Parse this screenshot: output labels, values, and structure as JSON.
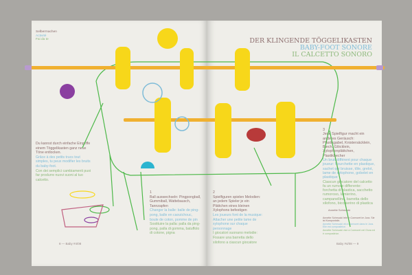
{
  "left_page": {
    "section": {
      "de": "Selbermachen",
      "fr": "Activité",
      "it": "Fai da te"
    },
    "intro": {
      "de": "Du kannst durch einfache Eingriffe einem Töggelikasten ganz neue Töne entlocken.",
      "fr": "Grâce à des petits trucs tout simples, tu peux modifier les bruits du baby-foot.",
      "it": "Con dei semplici cambiamenti puoi far produrre nuovi suoni al tuo calcetto."
    },
    "step1": {
      "num": "1",
      "de": "Ball auswechseln: Pingpongball, Gummiball, Wattebausch, Tannzapfen",
      "fr": "Changer la balle: balle de ping-pong, balle en caoutchouc, boule de coton, pomme de pin",
      "it": "Sostituire la palla: palla da ping-pong, palla di gomma, batuffolo di cotone, pigna"
    },
    "footer": "8 — Baby #4/08"
  },
  "right_page": {
    "title": {
      "de": "DER KLINGENDE TÖGGELIKASTEN",
      "fr": "BABY-FOOT SONORE",
      "it": "IL CALCETTO SONORO"
    },
    "step2": {
      "num": "2",
      "de": "Spielfiguren spielen Melodien: an jedem Spieler je ein Plättchen eines kleinen Xylophons befestigen",
      "fr": "Les joueurs font de la musique: Attacher une petite lame de xylophone sur chaque personnage",
      "it": "I giocatori suonano melodie: Fissare una barretta dello xilofono a ciascun giocatore"
    },
    "step3": {
      "num": "3",
      "de": "Jede Spielfigur macht ein anderes Geräusch: Plastikgabel, Knistersäcklein, Blech, Glöcklein, Xylophonplättchen, Plastikbecher",
      "fr": "Un bruit différent pour chaque joueur: Fourchette en plastique, sachet qui bruisse, tôle, grelot, lame de xylophone, gobelet en plastique",
      "it": "Ciascun giocatore del calcetto fa un rumore differente: forchetta di plastica, sacchetto rumoroso, lamierino, campanellino, barretta dello xilofono, bicchierino di plastica"
    },
    "author": "Annette Schmucki",
    "bio": {
      "de": "Annette Schmucki lebt in Cormoret im Jura. Sie ist Komponistin.",
      "fr": "Annette Schmucki vit à Cormoret dans le Jura. Elle est compositrice.",
      "it": "Annette Schmucki vive a Cormoret nel Giura ed è compositrice."
    },
    "footer": "Baby #4/08 — 9"
  },
  "colors": {
    "yellow": "#f7d71a",
    "green": "#4cb848",
    "rod": "#f0b030",
    "purple": "#8a3fa0",
    "blue": "#7fbcd8"
  }
}
